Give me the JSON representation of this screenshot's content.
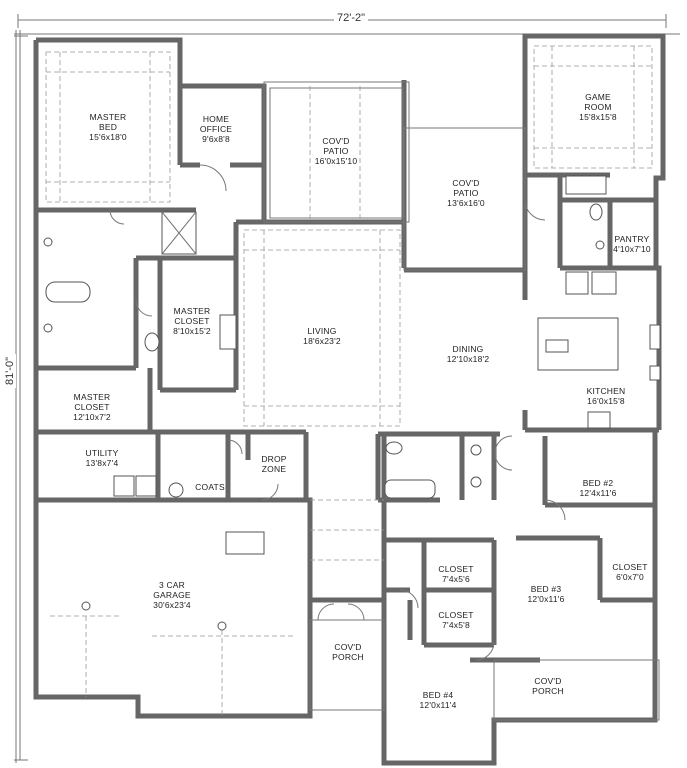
{
  "dimensions": {
    "width": "72'-2\"",
    "depth": "81'-0\""
  },
  "rooms": {
    "master_bed": {
      "name": "MASTER\nBED",
      "size": "15'6x18'0"
    },
    "home_office": {
      "name": "HOME\nOFFICE",
      "size": "9'6x8'8"
    },
    "covd_patio_1": {
      "name": "COV'D\nPATIO",
      "size": "16'0x15'10"
    },
    "covd_patio_2": {
      "name": "COV'D\nPATIO",
      "size": "13'6x16'0"
    },
    "game_room": {
      "name": "GAME\nROOM",
      "size": "15'8x15'8"
    },
    "pantry": {
      "name": "PANTRY",
      "size": "4'10x7'10"
    },
    "master_closet_1": {
      "name": "MASTER\nCLOSET",
      "size": "8'10x15'2"
    },
    "living": {
      "name": "LIVING",
      "size": "18'6x23'2"
    },
    "dining": {
      "name": "DINING",
      "size": "12'10x18'2"
    },
    "kitchen": {
      "name": "KITCHEN",
      "size": "16'0x15'8"
    },
    "master_closet_2": {
      "name": "MASTER\nCLOSET",
      "size": "12'10x7'2"
    },
    "utility": {
      "name": "UTILITY",
      "size": "13'8x7'4"
    },
    "drop_zone": {
      "name": "DROP\nZONE",
      "size": ""
    },
    "coats": {
      "name": "COATS",
      "size": ""
    },
    "bed_2": {
      "name": "BED #2",
      "size": "12'4x11'6"
    },
    "garage": {
      "name": "3 CAR\nGARAGE",
      "size": "30'6x23'4"
    },
    "closet_1": {
      "name": "CLOSET",
      "size": "7'4x5'6"
    },
    "closet_2": {
      "name": "CLOSET",
      "size": "6'0x7'0"
    },
    "bed_3": {
      "name": "BED #3",
      "size": "12'0x11'6"
    },
    "closet_3": {
      "name": "CLOSET",
      "size": "7'4x5'8"
    },
    "covd_porch_1": {
      "name": "COV'D\nPORCH",
      "size": ""
    },
    "covd_porch_2": {
      "name": "COV'D\nPORCH",
      "size": ""
    },
    "bed_4": {
      "name": "BED #4",
      "size": "12'0x11'4"
    }
  }
}
